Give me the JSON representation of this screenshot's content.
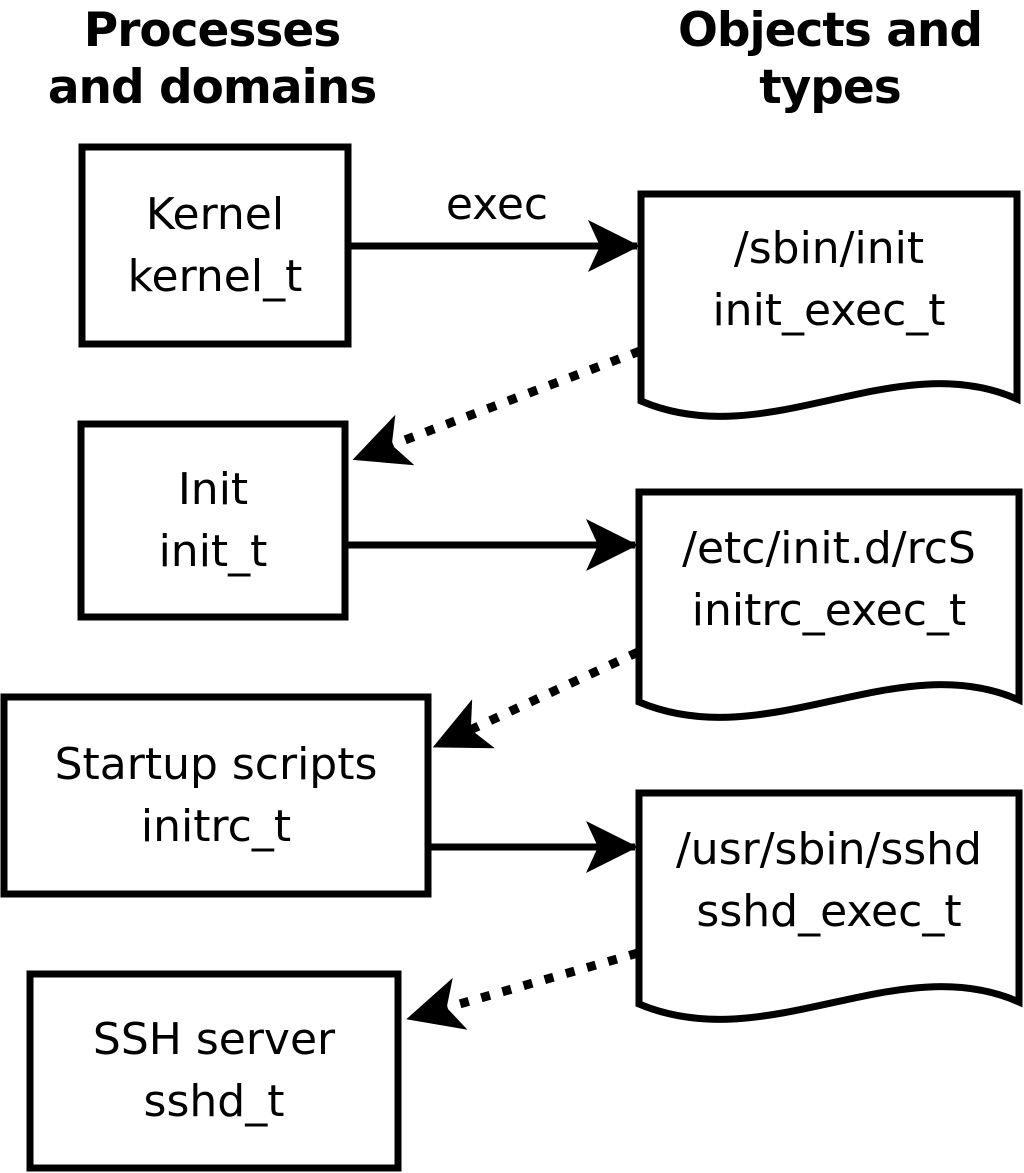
{
  "headings": {
    "left": {
      "line1": "Processes",
      "line2": "and domains"
    },
    "right": {
      "line1": "Objects and",
      "line2": "types"
    }
  },
  "edge_labels": {
    "exec": "exec"
  },
  "processes": [
    {
      "name": "Kernel",
      "domain": "kernel_t"
    },
    {
      "name": "Init",
      "domain": "init_t"
    },
    {
      "name": "Startup scripts",
      "domain": "initrc_t"
    },
    {
      "name": "SSH server",
      "domain": "sshd_t"
    }
  ],
  "objects": [
    {
      "path": "/sbin/init",
      "type": "init_exec_t"
    },
    {
      "path": "/etc/init.d/rcS",
      "type": "initrc_exec_t"
    },
    {
      "path": "/usr/sbin/sshd",
      "type": "sshd_exec_t"
    }
  ],
  "connections": [
    {
      "from": "kernel_t",
      "to": "init_exec_t",
      "style": "solid",
      "label": "exec"
    },
    {
      "from": "init_exec_t",
      "to": "init_t",
      "style": "dotted",
      "label": ""
    },
    {
      "from": "init_t",
      "to": "initrc_exec_t",
      "style": "solid",
      "label": ""
    },
    {
      "from": "initrc_exec_t",
      "to": "initrc_t",
      "style": "dotted",
      "label": ""
    },
    {
      "from": "initrc_t",
      "to": "sshd_exec_t",
      "style": "solid",
      "label": ""
    },
    {
      "from": "sshd_exec_t",
      "to": "sshd_t",
      "style": "dotted",
      "label": ""
    }
  ],
  "colors": {
    "stroke": "#000000",
    "background": "#ffffff",
    "text": "#000000"
  }
}
